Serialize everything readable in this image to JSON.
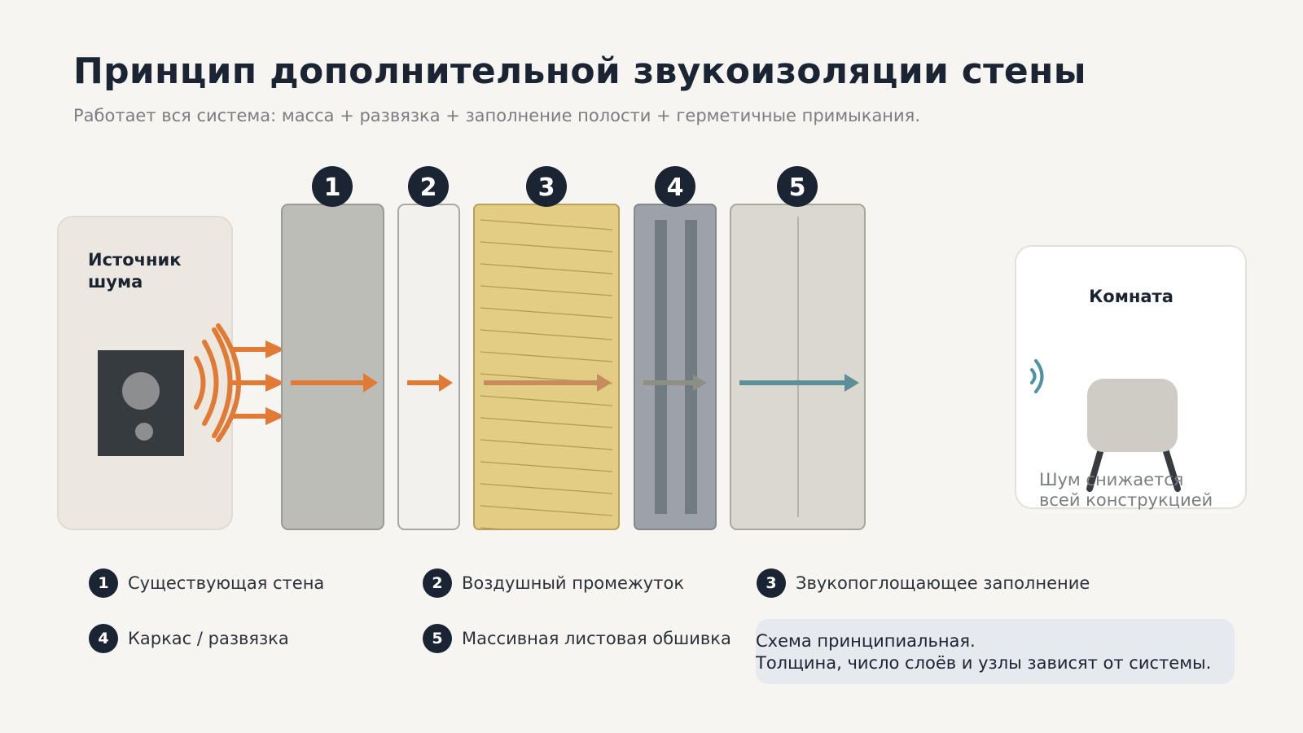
{
  "header": {
    "title": "Принцип дополнительной звукоизоляции стены",
    "subtitle": "Работает вся система: масса + развязка + заполнение полости + герметичные примыкания."
  },
  "source": {
    "label_line1": "Источник",
    "label_line2": "шума"
  },
  "layers": [
    {
      "number": "1",
      "name": "Существующая стена",
      "color": "#bdbdb8"
    },
    {
      "number": "2",
      "name": "Воздушный промежуток",
      "color": "#f2f1ee"
    },
    {
      "number": "3",
      "name": "Звукопоглощающее заполнение",
      "color": "#e3cd85"
    },
    {
      "number": "4",
      "name": "Каркас / развязка",
      "color": "#9ca2a8"
    },
    {
      "number": "5",
      "name": "Массивная листовая обшивка",
      "color": "#dbd8d0"
    }
  ],
  "room": {
    "label": "Комната",
    "caption_line1": "Шум снижается",
    "caption_line2": "всей конструкцией"
  },
  "note": {
    "line1": "Схема принципиальная.",
    "line2": "Толщина, число слоёв и узлы зависят от системы."
  },
  "colors": {
    "accent_orange": "#e07a34",
    "accent_teal": "#5b8f9a",
    "badge": "#1b2433"
  }
}
